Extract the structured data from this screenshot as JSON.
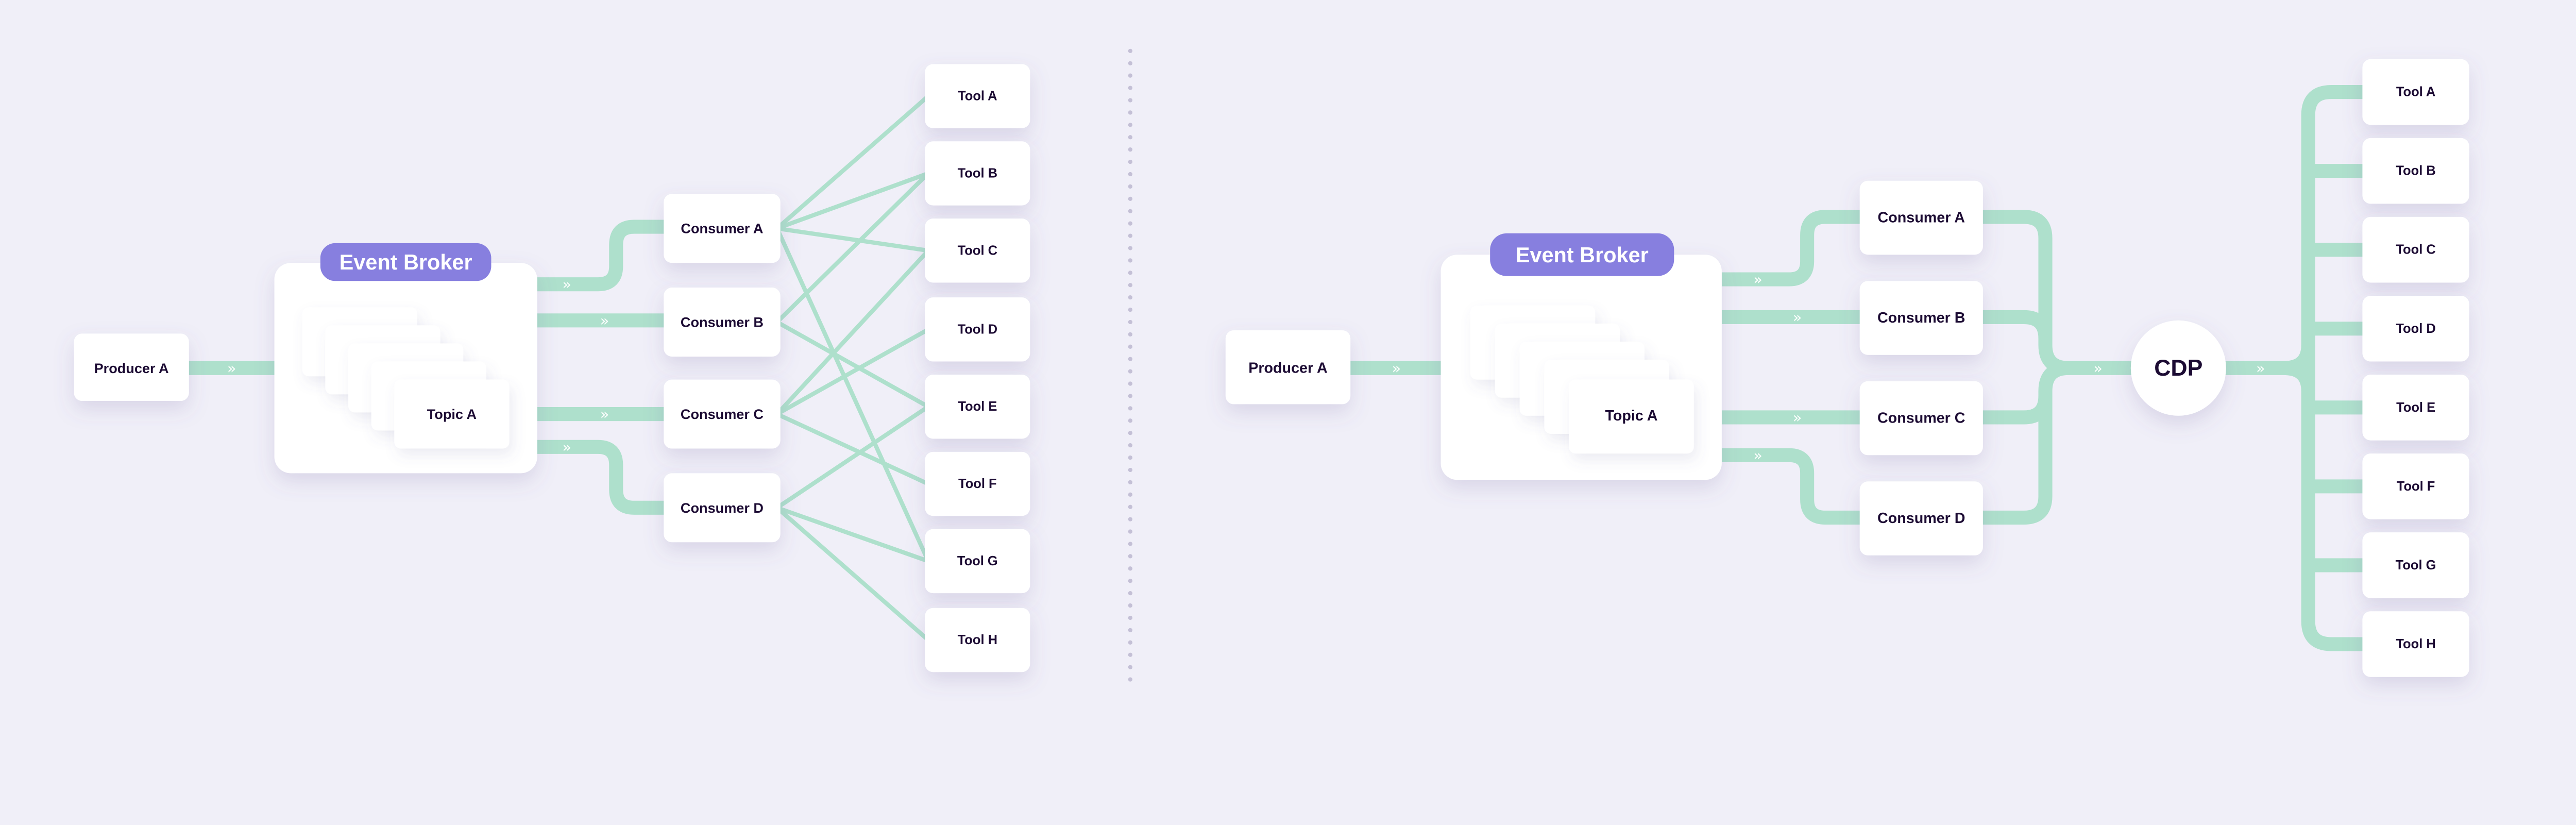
{
  "colors": {
    "background": "#f0eff8",
    "pipe": "#aee0cc",
    "broker_label": "#877fdf",
    "text": "#1c0b33",
    "node": "#ffffff"
  },
  "left": {
    "producer": "Producer A",
    "broker": "Event Broker",
    "topic": "Topic A",
    "consumers": [
      "Consumer A",
      "Consumer B",
      "Consumer C",
      "Consumer D"
    ],
    "tools": [
      "Tool A",
      "Tool B",
      "Tool C",
      "Tool D",
      "Tool E",
      "Tool F",
      "Tool G",
      "Tool H"
    ],
    "connections": [
      [
        "Consumer A",
        "Tool A"
      ],
      [
        "Consumer A",
        "Tool B"
      ],
      [
        "Consumer A",
        "Tool C"
      ],
      [
        "Consumer A",
        "Tool G"
      ],
      [
        "Consumer B",
        "Tool B"
      ],
      [
        "Consumer B",
        "Tool E"
      ],
      [
        "Consumer C",
        "Tool C"
      ],
      [
        "Consumer C",
        "Tool D"
      ],
      [
        "Consumer C",
        "Tool F"
      ],
      [
        "Consumer D",
        "Tool E"
      ],
      [
        "Consumer D",
        "Tool G"
      ],
      [
        "Consumer D",
        "Tool H"
      ]
    ]
  },
  "right": {
    "producer": "Producer A",
    "broker": "Event Broker",
    "topic": "Topic A",
    "consumers": [
      "Consumer A",
      "Consumer B",
      "Consumer C",
      "Consumer D"
    ],
    "hub": "CDP",
    "tools": [
      "Tool A",
      "Tool B",
      "Tool C",
      "Tool D",
      "Tool E",
      "Tool F",
      "Tool G",
      "Tool H"
    ]
  },
  "flow_icon": "double-chevron-right-icon",
  "chevron_glyph": "»"
}
